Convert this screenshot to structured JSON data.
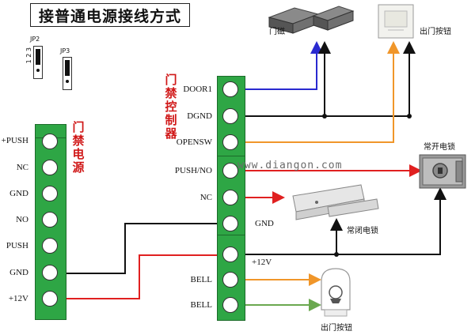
{
  "title": "接普通电源接线方式",
  "jumpers": {
    "jp2": "JP2",
    "jp2_pins": "1 2 3",
    "jp3": "JP3"
  },
  "power_supply": {
    "label": "门禁电源",
    "pins": [
      "+PUSH",
      "NC",
      "GND",
      "NO",
      "PUSH",
      "GND",
      "+12V"
    ]
  },
  "controller": {
    "label": "门禁控制器",
    "pins": [
      "DOOR1",
      "DGND",
      "OPENSW",
      "PUSH/NO",
      "NC",
      "GND",
      "+12V",
      "BELL",
      "BELL"
    ]
  },
  "devices": {
    "door_magnet": "门磁",
    "exit_button_top": "出门按钮",
    "normally_open_lock": "常开电锁",
    "normally_closed_lock": "常闭电锁",
    "exit_button_bottom": "出门按钮"
  },
  "watermark": "www.diangon.com",
  "colors": {
    "terminal_green": "#2ea645",
    "wire_red": "#e02020",
    "wire_blue": "#2a2ad0",
    "wire_orange": "#f0962a",
    "wire_green": "#6aa84f",
    "wire_black": "#111111"
  }
}
